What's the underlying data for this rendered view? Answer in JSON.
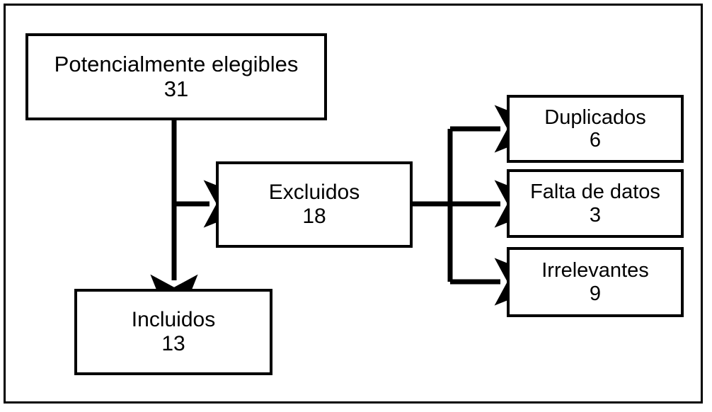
{
  "diagram": {
    "type": "flowchart",
    "title": "",
    "language": "es",
    "frame": {
      "border_color": "#000000"
    },
    "colors": {
      "box_border": "#000000",
      "connector": "#000000",
      "background": "#ffffff",
      "text": "#000000"
    },
    "nodes": [
      {
        "id": "eligible",
        "label": "Potencialmente elegibles",
        "count": "31"
      },
      {
        "id": "excluded",
        "label": "Excluidos",
        "count": "18"
      },
      {
        "id": "included",
        "label": "Incluidos",
        "count": "13"
      },
      {
        "id": "duplicates",
        "label": "Duplicados",
        "count": "6"
      },
      {
        "id": "missing",
        "label": "Falta de datos",
        "count": "3"
      },
      {
        "id": "irrelevant",
        "label": "Irrelevantes",
        "count": "9"
      }
    ],
    "edges": [
      {
        "from": "eligible",
        "to": "excluded",
        "arrow": "right"
      },
      {
        "from": "eligible",
        "to": "included",
        "arrow": "down"
      },
      {
        "from": "excluded",
        "to": "duplicates",
        "arrow": "right"
      },
      {
        "from": "excluded",
        "to": "missing",
        "arrow": "right"
      },
      {
        "from": "excluded",
        "to": "irrelevant",
        "arrow": "right"
      }
    ]
  }
}
